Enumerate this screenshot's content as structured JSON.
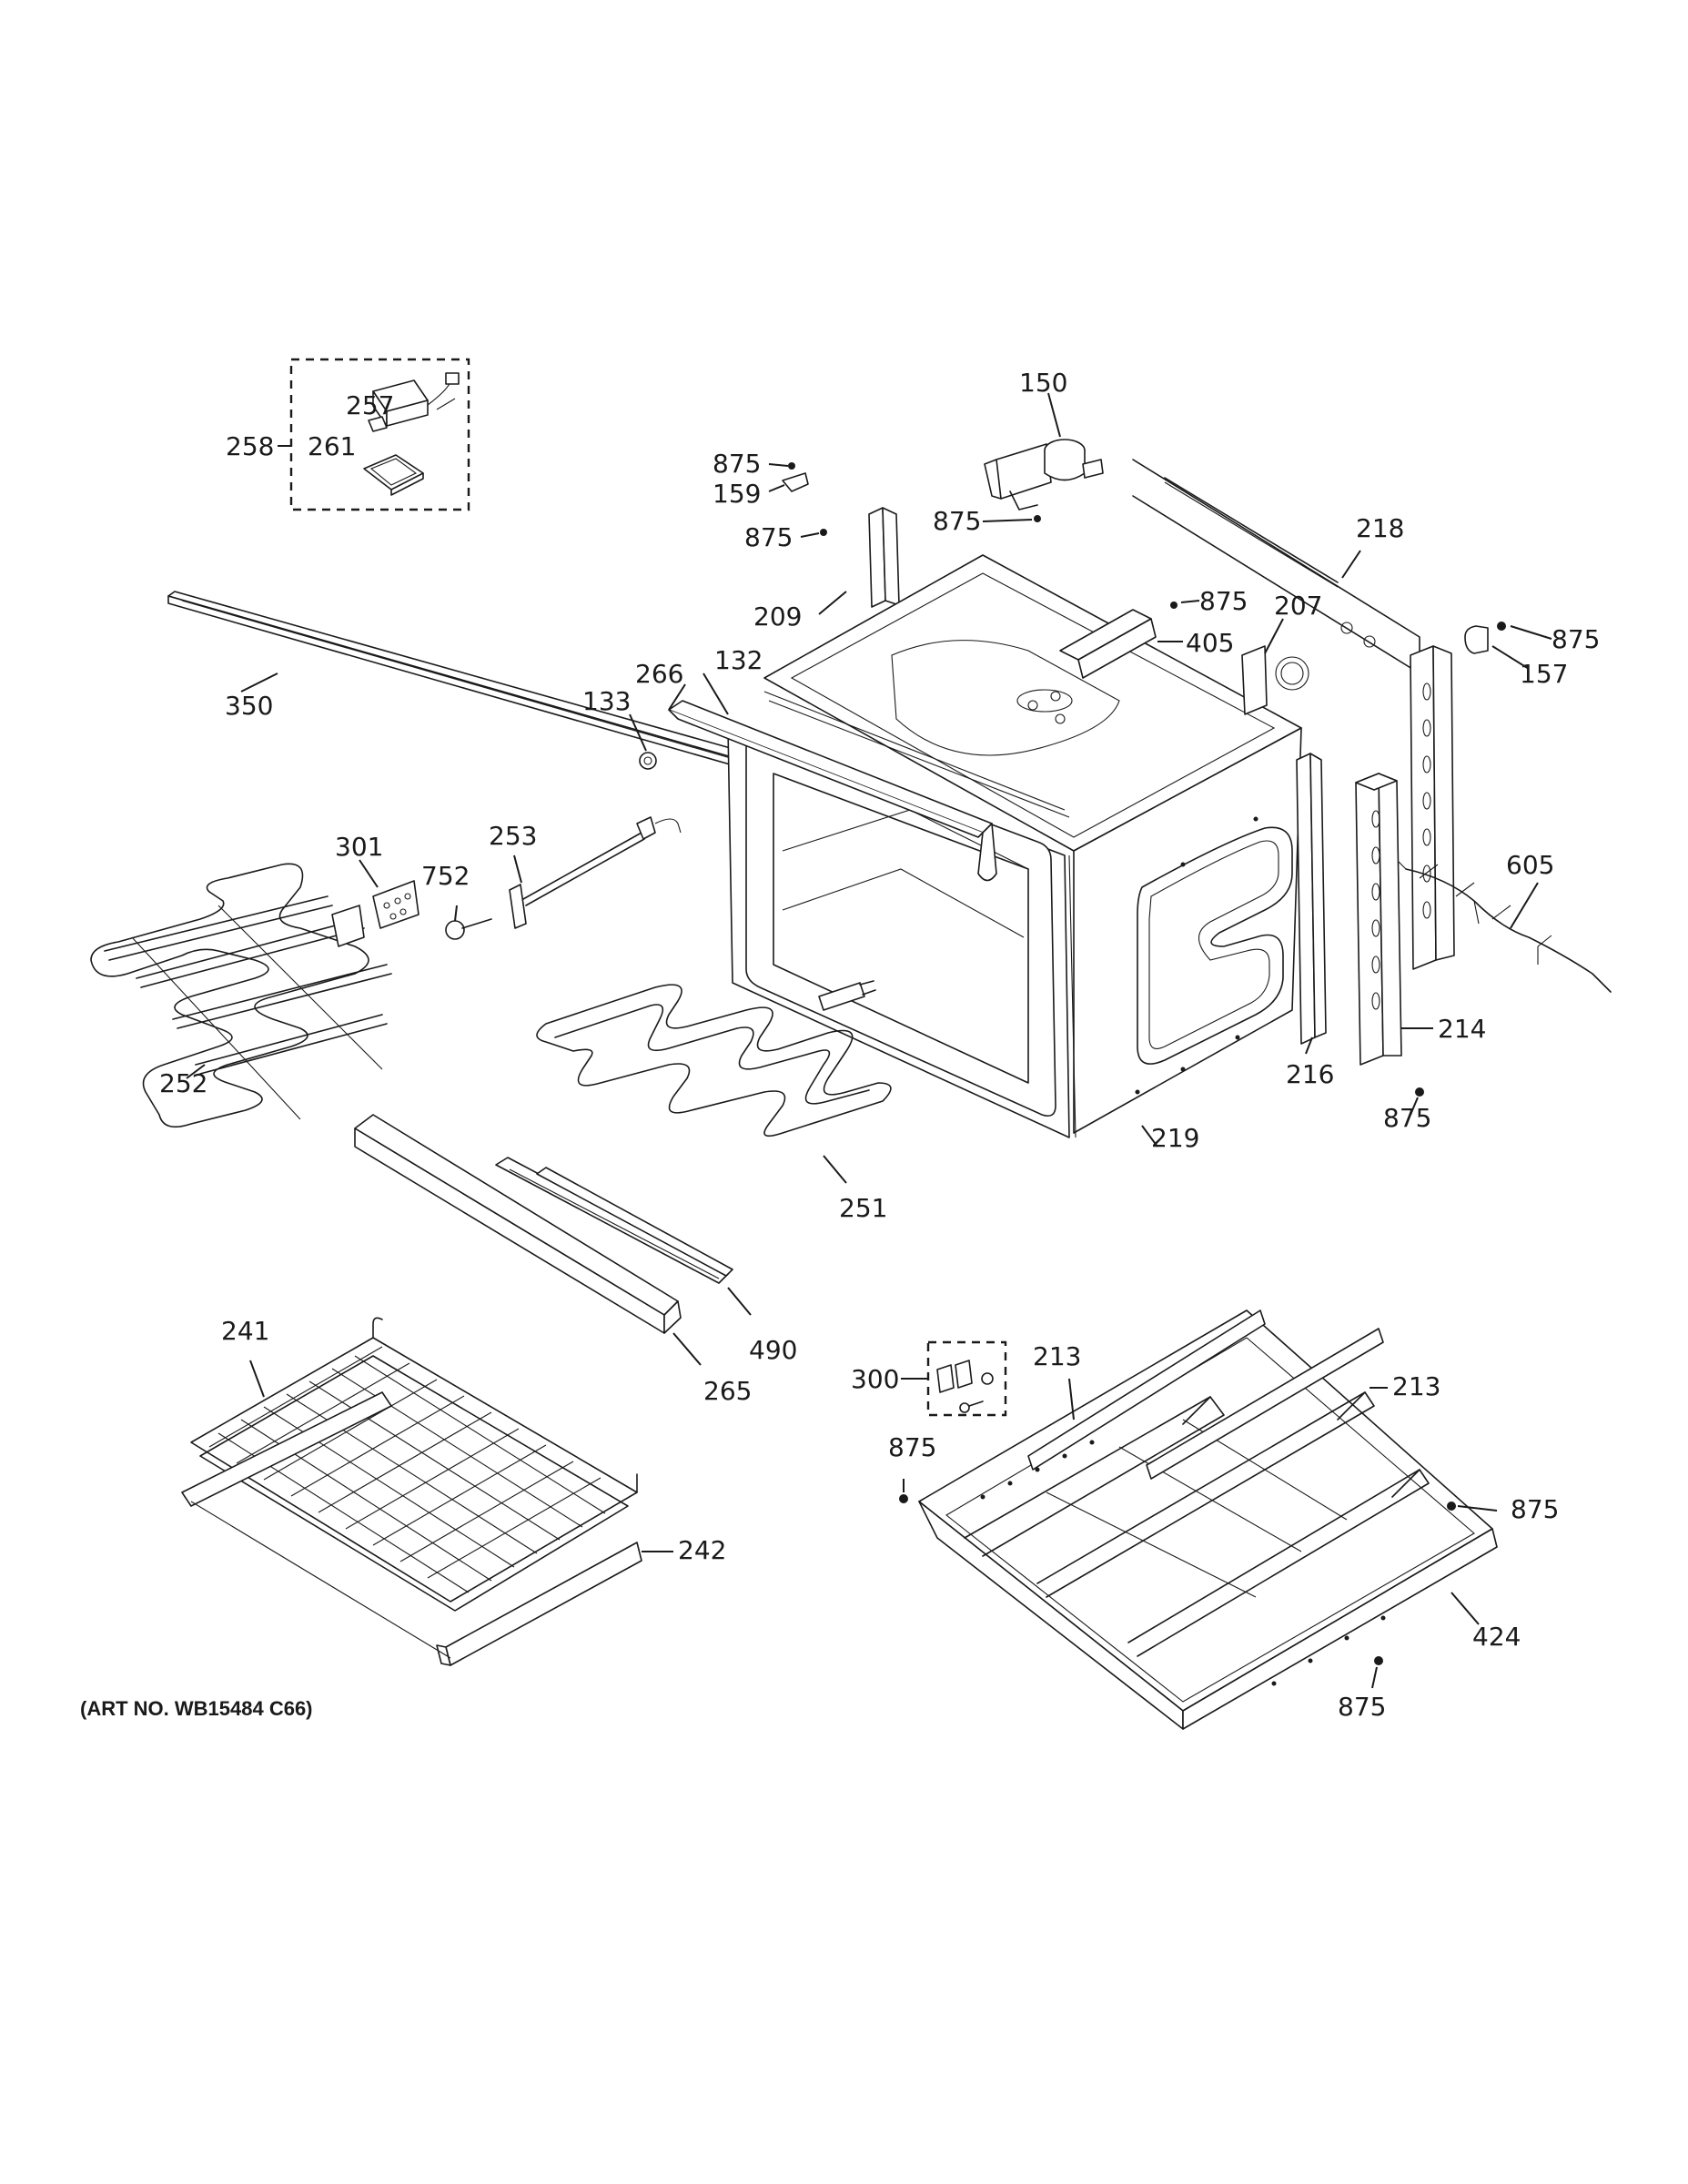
{
  "art_number": "(ART NO. WB15484 C66)",
  "callouts": {
    "c257": "257",
    "c258": "258",
    "c261": "261",
    "c150": "150",
    "c875_a": "875",
    "c159": "159",
    "c875_b": "875",
    "c875_c": "875",
    "c218": "218",
    "c209": "209",
    "c875_d": "875",
    "c207": "207",
    "c405": "405",
    "c875_e": "875",
    "c157": "157",
    "c266": "266",
    "c132": "132",
    "c133": "133",
    "c350": "350",
    "c301": "301",
    "c253": "253",
    "c752": "752",
    "c605": "605",
    "c252": "252",
    "c214": "214",
    "c216": "216",
    "c875_f": "875",
    "c219": "219",
    "c251": "251",
    "c241": "241",
    "c490": "490",
    "c265": "265",
    "c300": "300",
    "c213_a": "213",
    "c213_b": "213",
    "c875_g": "875",
    "c875_h": "875",
    "c242": "242",
    "c424": "424",
    "c875_i": "875"
  }
}
